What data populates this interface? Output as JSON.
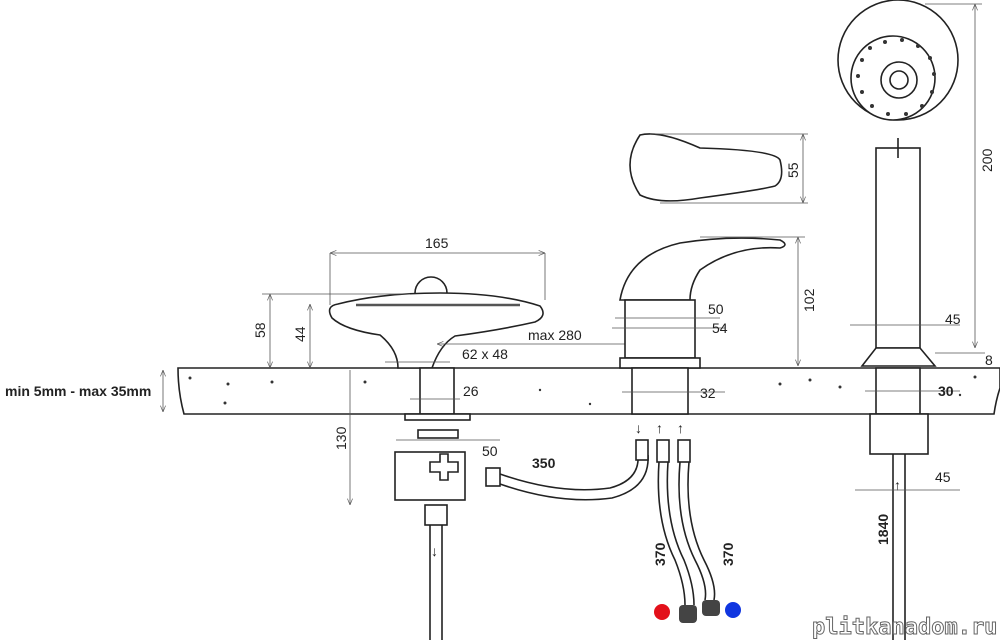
{
  "dimensions": {
    "countertop_thickness": "min 5mm - max 35mm",
    "diverter_width": "165",
    "diverter_height_total": "58",
    "diverter_height_body": "44",
    "max_spacing": "max 280",
    "escutcheon": "62 x 48",
    "diverter_hole": "26",
    "diverter_depth": "130",
    "diverter_nut": "50",
    "hose_diverter": "350",
    "lever_height": "55",
    "mixer_height": "102",
    "mixer_base_50": "50",
    "mixer_base_54": "54",
    "mixer_hole": "32",
    "supply_hose_left": "370",
    "supply_hose_right": "370",
    "shower_height": "200",
    "shower_base": "45",
    "shower_base_height": "8",
    "shower_hole": "30",
    "shower_nut": "45",
    "shower_hose": "1840"
  },
  "colors": {
    "hot": "#e3101a",
    "cold": "#1036e0"
  },
  "watermark": "plitkanadom.ru"
}
